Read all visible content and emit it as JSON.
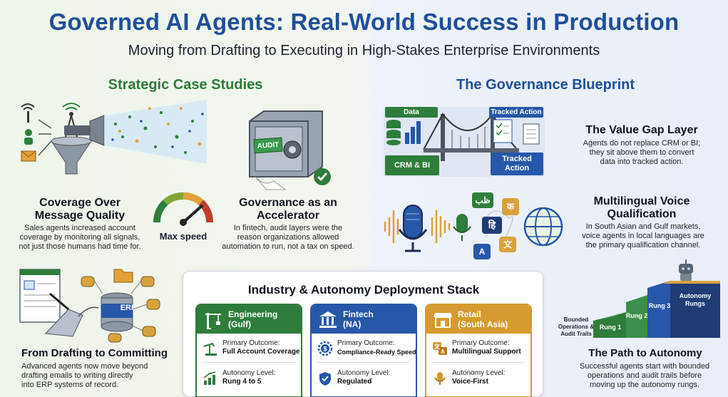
{
  "header": {
    "title": "Governed AI Agents: Real-World Success in Production",
    "subtitle": "Moving from Drafting to Executing in High-Stakes Enterprise Environments"
  },
  "left_section": {
    "heading": "Strategic Case Studies",
    "coverage": {
      "title_line1": "Coverage Over",
      "title_line2": "Message Quality",
      "body_line1": "Sales agents increased account",
      "body_line2": "coverage by monitoring all signals,",
      "body_line3": "not just those humans had time for."
    },
    "gauge_label": "Max speed",
    "audit_label": "AUDIT",
    "governance": {
      "title_line1": "Governance as an",
      "title_line2": "Accelerator",
      "body_line1": "In fintech, audit layers were the",
      "body_line2": "reason organizations allowed",
      "body_line3": "automation to run, not a tax on speed."
    },
    "erp_label": "ERP",
    "drafting": {
      "title": "From Drafting to Committing",
      "body_line1": "Advanced agents now move beyond",
      "body_line2": "drafting emails to writing directly",
      "body_line3": "into ERP systems of record."
    }
  },
  "right_section": {
    "heading": "The Governance Blueprint",
    "bridge": {
      "data_tag": "Data",
      "tracked_tag": "Tracked Action",
      "crm_label": "CRM & BI",
      "tracked_box_line1": "Tracked",
      "tracked_box_line2": "Action"
    },
    "value_gap": {
      "title": "The Value Gap Layer",
      "body_line1": "Agents do not replace CRM or BI;",
      "body_line2": "they sit above them to convert",
      "body_line3": "data into tracked action."
    },
    "voice_glyphs": [
      "ظب",
      "क",
      "हि",
      "文",
      "A"
    ],
    "multilingual": {
      "title_line1": "Multilingual Voice",
      "title_line2": "Qualification",
      "body_line1": "In South Asian and Gulf markets,",
      "body_line2": "voice agents in local languages are",
      "body_line3": "the primary qualification channel."
    },
    "stairs": {
      "side_line1": "Bounded",
      "side_line2": "Operations &",
      "side_line3": "Audit Trails",
      "rung1": "Rung 1",
      "rung2": "Rung 2",
      "rung3": "Rung 3",
      "top_line1": "Autonomy",
      "top_line2": "Rungs"
    },
    "path": {
      "title": "The Path to Autonomy",
      "body_line1": "Successful agents start with bounded",
      "body_line2": "operations and audit trails before",
      "body_line3": "moving up the autonomy rungs."
    }
  },
  "stack": {
    "title": "Industry & Autonomy Deployment Stack",
    "outcome_label": "Primary Outcome:",
    "autonomy_label": "Autonomy Level:",
    "columns": [
      {
        "name_line1": "Engineering",
        "name_line2": "(Gulf)",
        "outcome": "Full Account Coverage",
        "autonomy": "Rung 4 to 5",
        "color": "#2e7d3b"
      },
      {
        "name_line1": "Fintech",
        "name_line2": "(NA)",
        "outcome": "Compliance-Ready Speed",
        "autonomy": "Regulated",
        "color": "#2757a8"
      },
      {
        "name_line1": "Retail",
        "name_line2": "(South Asia)",
        "outcome": "Multilingual Support",
        "autonomy": "Voice-First",
        "color": "#d79a30"
      }
    ]
  }
}
